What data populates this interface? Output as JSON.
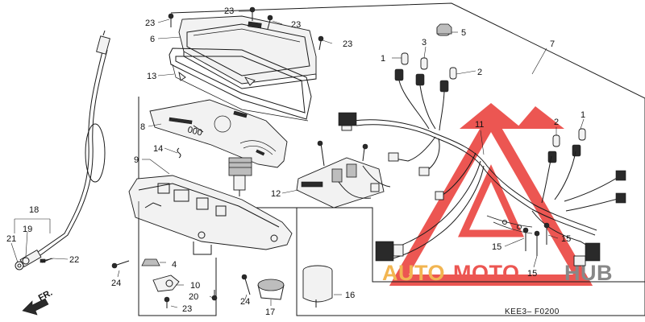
{
  "diagram": {
    "code": "KEE3– F0200",
    "front_arrow_label": "FR.",
    "callouts": {
      "c1a": "1",
      "c1b": "1",
      "c2a": "2",
      "c2b": "2",
      "c3": "3",
      "c4": "4",
      "c5": "5",
      "c6": "6",
      "c7": "7",
      "c8": "8",
      "c9": "9",
      "c10": "10",
      "c11": "11",
      "c12": "12",
      "c13": "13",
      "c14": "14",
      "c15a": "15",
      "c15b": "15",
      "c15c": "15",
      "c16": "16",
      "c17": "17",
      "c18": "18",
      "c19": "19",
      "c20": "20",
      "c21": "21",
      "c22": "22",
      "c23a": "23",
      "c23b": "23",
      "c23c": "23",
      "c23d": "23",
      "c23e": "23",
      "c24a": "24",
      "c24b": "24"
    }
  },
  "watermark": {
    "text_part1": "AUTO",
    "text_part2": "MOTO",
    "text_part3": "HUB",
    "colors": {
      "red": "#e8322d",
      "orange": "#f0a52c",
      "grey": "#6e6e6e"
    }
  }
}
